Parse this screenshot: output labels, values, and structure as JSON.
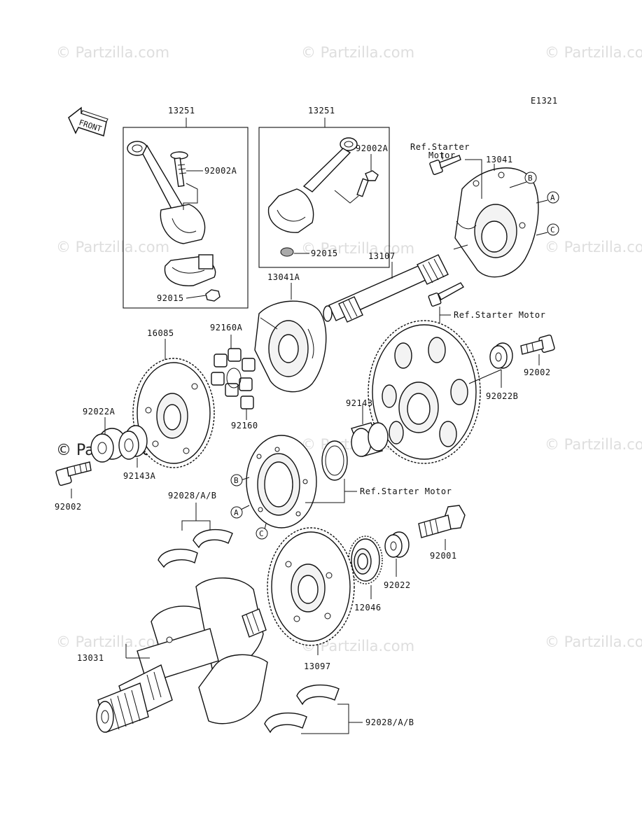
{
  "diagram_code": "E1321",
  "front_label": "FRONT",
  "watermark": "© Partzilla.com",
  "parts": {
    "p13251a": "13251",
    "p13251b": "13251",
    "p92002A_a": "92002A",
    "p92002A_b": "92002A",
    "p92015_a": "92015",
    "p92015_b": "92015",
    "p13041": "13041",
    "p13041A": "13041A",
    "p13107": "13107",
    "p16085": "16085",
    "p92160A": "92160A",
    "p92160": "92160",
    "p92022A": "92022A",
    "p92143A": "92143A",
    "p92002_a": "92002",
    "p92002_b": "92002",
    "p92143": "92143",
    "p92022B": "92022B",
    "p92028_a": "92028/A/B",
    "p92028_b": "92028/A/B",
    "p92001": "92001",
    "p92022": "92022",
    "p12046": "12046",
    "p13097": "13097",
    "p13031": "13031"
  },
  "refs": {
    "ref_starter_motor_1_line1": "Ref.Starter",
    "ref_starter_motor_1_line2": "Motor",
    "ref_starter_motor_2": "Ref.Starter Motor",
    "ref_starter_motor_3": "Ref.Starter Motor"
  },
  "callouts": {
    "A": "A",
    "B": "B",
    "C": "C"
  }
}
